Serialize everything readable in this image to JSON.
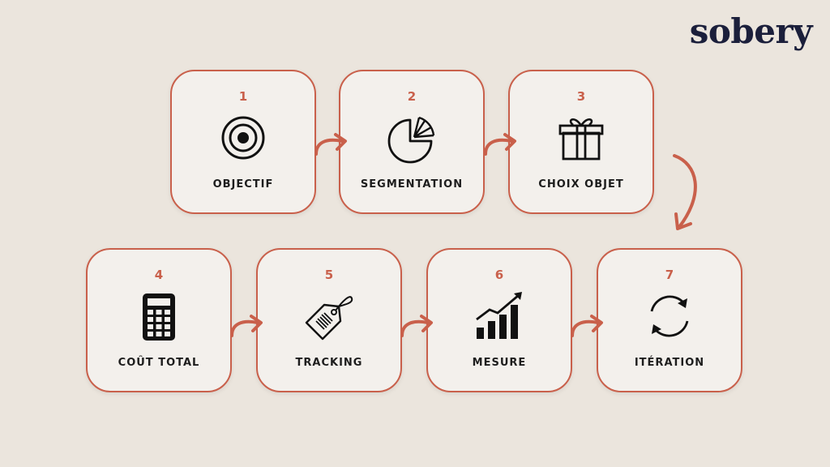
{
  "brand": {
    "logo_text": "sobery"
  },
  "colors": {
    "accent": "#c9604b",
    "background": "#ebe5dd",
    "card": "#f3f0ec",
    "logo": "#1b1f3b",
    "text": "#1d1d1d"
  },
  "steps": [
    {
      "number": "1",
      "label": "OBJECTIF",
      "icon": "target-icon"
    },
    {
      "number": "2",
      "label": "SEGMENTATION",
      "icon": "pie-chart-icon"
    },
    {
      "number": "3",
      "label": "CHOIX OBJET",
      "icon": "gift-icon"
    },
    {
      "number": "4",
      "label": "COÛT TOTAL",
      "icon": "calculator-icon"
    },
    {
      "number": "5",
      "label": "TRACKING",
      "icon": "tag-icon"
    },
    {
      "number": "6",
      "label": "MESURE",
      "icon": "growth-chart-icon"
    },
    {
      "number": "7",
      "label": "ITÉRATION",
      "icon": "refresh-icon"
    }
  ]
}
